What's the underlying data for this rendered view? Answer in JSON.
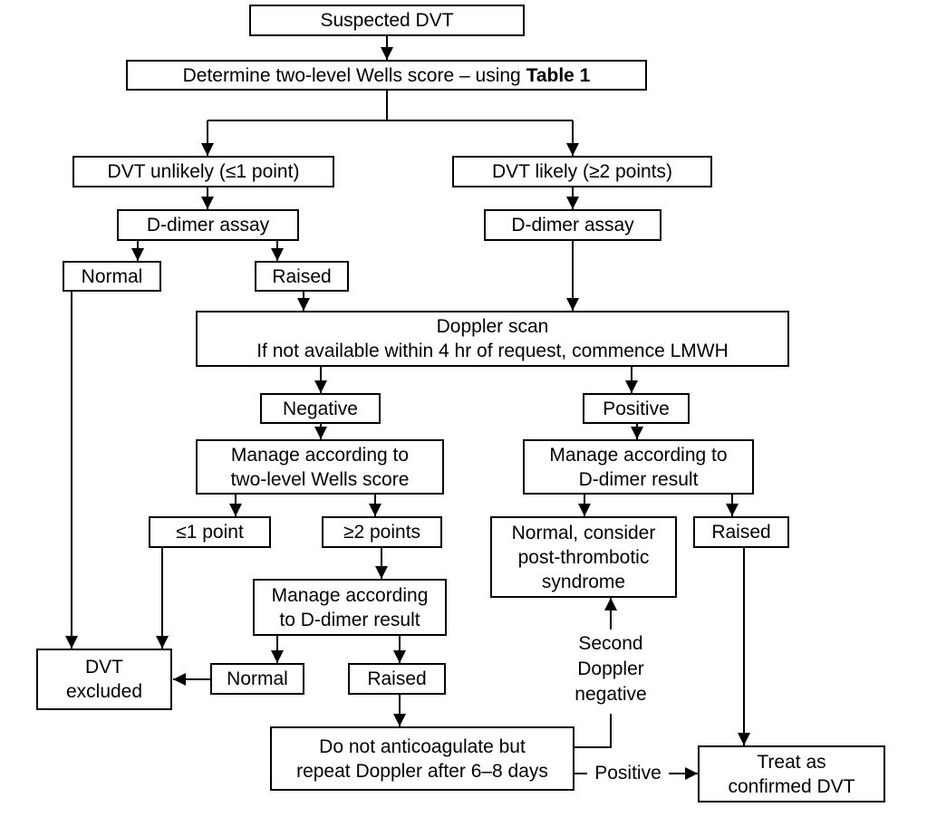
{
  "nodes": {
    "suspected": "Suspected DVT",
    "wells_prefix": "Determine two-level Wells score – using ",
    "wells_table": "Table 1",
    "unlikely": "DVT unlikely (≤1 point)",
    "likely": "DVT likely (≥2 points)",
    "ddimer_left": "D-dimer assay",
    "ddimer_right": "D-dimer assay",
    "normal_top": "Normal",
    "raised_top": "Raised",
    "doppler_line1": "Doppler scan",
    "doppler_line2": "If not available within 4 hr of request, commence LMWH",
    "negative": "Negative",
    "positive": "Positive",
    "manage_wells_line1": "Manage according to",
    "manage_wells_line2": "two-level Wells score",
    "manage_dd_right_line1": "Manage according to",
    "manage_dd_right_line2": "D-dimer result",
    "le1": "≤1 point",
    "ge2": "≥2 points",
    "normal_pts_line1": "Normal, consider",
    "normal_pts_line2": "post-thrombotic",
    "normal_pts_line3": "syndrome",
    "raised_right": "Raised",
    "manage_dd_mid_line1": "Manage according",
    "manage_dd_mid_line2": "to D-dimer result",
    "excluded_line1": "DVT",
    "excluded_line2": "excluded",
    "normal_mid": "Normal",
    "raised_mid": "Raised",
    "repeat_line1": "Do not anticoagulate but",
    "repeat_line2": "repeat Doppler after 6–8 days",
    "treat_line1": "Treat as",
    "treat_line2": "confirmed DVT"
  },
  "labels": {
    "second_line1": "Second",
    "second_line2": "Doppler",
    "second_line3": "negative",
    "positive_edge": "Positive"
  }
}
